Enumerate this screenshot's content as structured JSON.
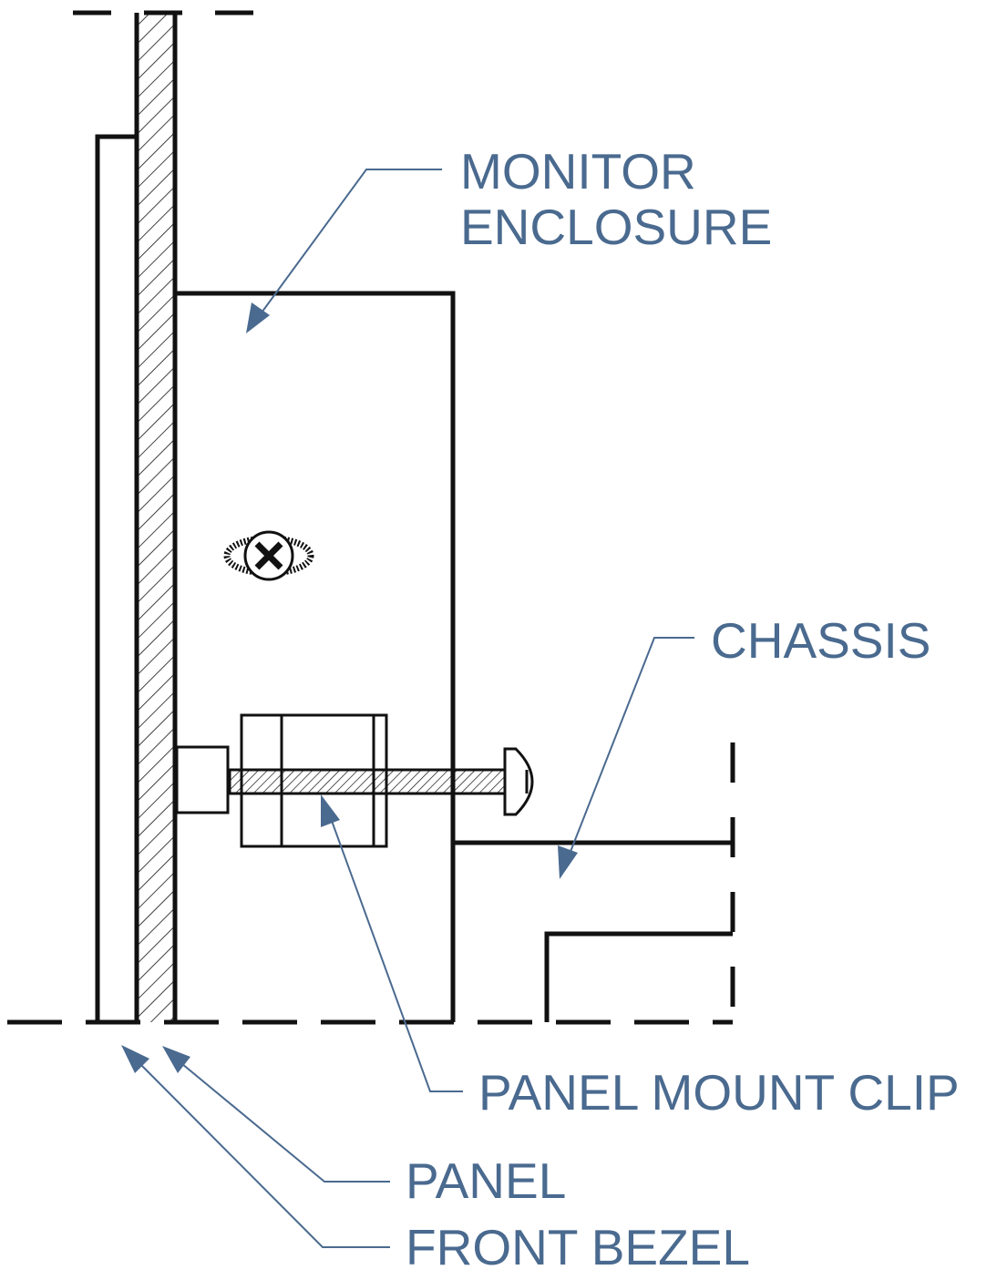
{
  "labels": {
    "monitor_enclosure_line1": "MONITOR",
    "monitor_enclosure_line2": "ENCLOSURE",
    "chassis": "CHASSIS",
    "panel_mount_clip": "PANEL MOUNT CLIP",
    "panel": "PANEL",
    "front_bezel": "FRONT BEZEL"
  },
  "colors": {
    "callout": "#4a6a8f",
    "ink": "#111111"
  }
}
